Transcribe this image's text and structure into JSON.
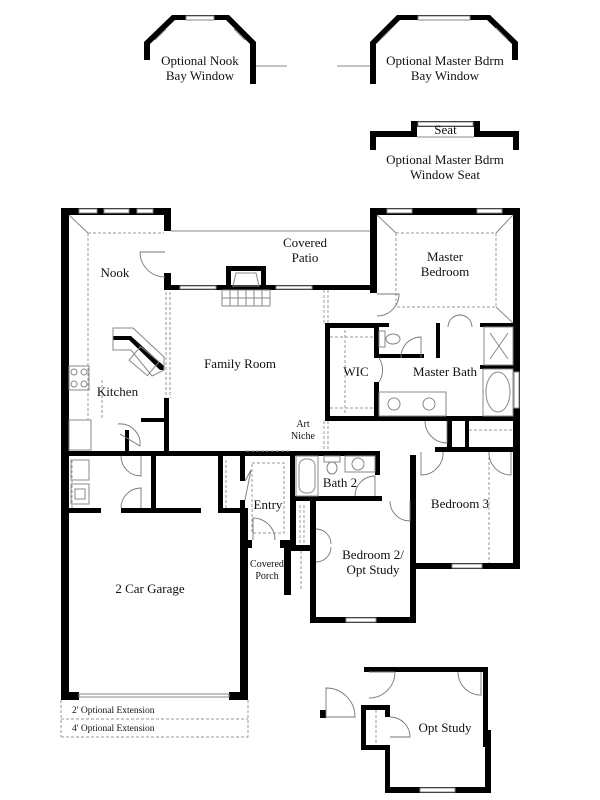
{
  "options": {
    "nook_bay": {
      "line1": "Optional Nook",
      "line2": "Bay Window"
    },
    "master_bay": {
      "line1": "Optional Master Bdrm",
      "line2": "Bay Window"
    },
    "master_seat": {
      "seat_label": "Seat",
      "line1": "Optional Master Bdrm",
      "line2": "Window Seat"
    }
  },
  "rooms": {
    "nook": "Nook",
    "covered_patio": {
      "line1": "Covered",
      "line2": "Patio"
    },
    "master_bedroom": {
      "line1": "Master",
      "line2": "Bedroom"
    },
    "family_room": "Family Room",
    "kitchen": "Kitchen",
    "wic": "WIC",
    "master_bath": "Master Bath",
    "art_niche": {
      "line1": "Art",
      "line2": "Niche"
    },
    "bath_2": "Bath 2",
    "entry": "Entry",
    "bedroom_3": "Bedroom 3",
    "bedroom_2": {
      "line1": "Bedroom 2/",
      "line2": "Opt Study"
    },
    "covered_porch": {
      "line1": "Covered",
      "line2": "Porch"
    },
    "garage": "2 Car Garage",
    "opt_study": "Opt Study"
  },
  "extensions": {
    "ext_2ft": "2' Optional Extension",
    "ext_4ft": "4' Optional Extension"
  },
  "colors": {
    "wall": "#000000",
    "window": "#9a9a9a",
    "dashed": "#9a9a9a",
    "fixture": "#777777"
  }
}
